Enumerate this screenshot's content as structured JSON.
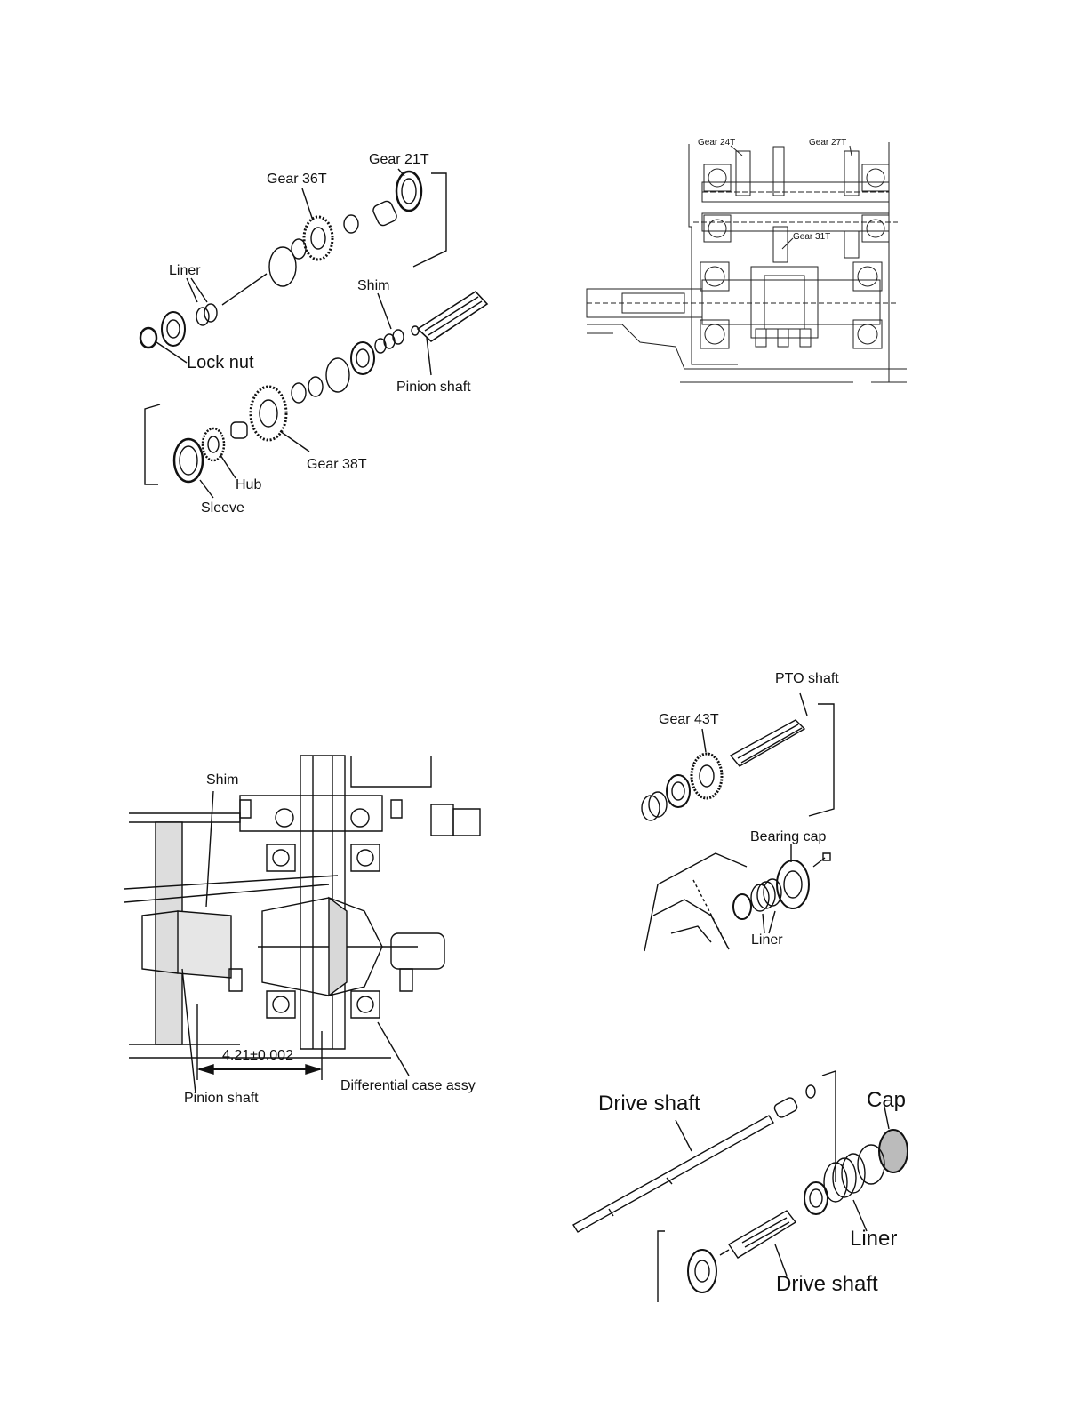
{
  "figures": {
    "fig1": {
      "labels": {
        "gear_21t": "Gear 21T",
        "gear_36t": "Gear 36T",
        "liner": "Liner",
        "shim": "Shim",
        "lock_nut": "Lock nut",
        "pinion_shaft": "Pinion shaft",
        "gear_38t": "Gear 38T",
        "hub": "Hub",
        "sleeve": "Sleeve"
      }
    },
    "fig2": {
      "labels": {
        "gear_24t": "Gear 24T",
        "gear_27t": "Gear 27T",
        "gear_31t": "Gear 31T"
      }
    },
    "fig3": {
      "labels": {
        "shim": "Shim",
        "dimension": "4.21±0.002",
        "pinion_shaft": "Pinion shaft",
        "differential_case": "Differential case assy"
      }
    },
    "fig4": {
      "labels": {
        "pto_shaft": "PTO shaft",
        "gear_43t": "Gear 43T",
        "bearing_cap": "Bearing cap",
        "liner": "Liner"
      }
    },
    "fig5": {
      "labels": {
        "drive_shaft_top": "Drive shaft",
        "cap": "Cap",
        "liner": "Liner",
        "drive_shaft_bottom": "Drive shaft"
      }
    }
  }
}
